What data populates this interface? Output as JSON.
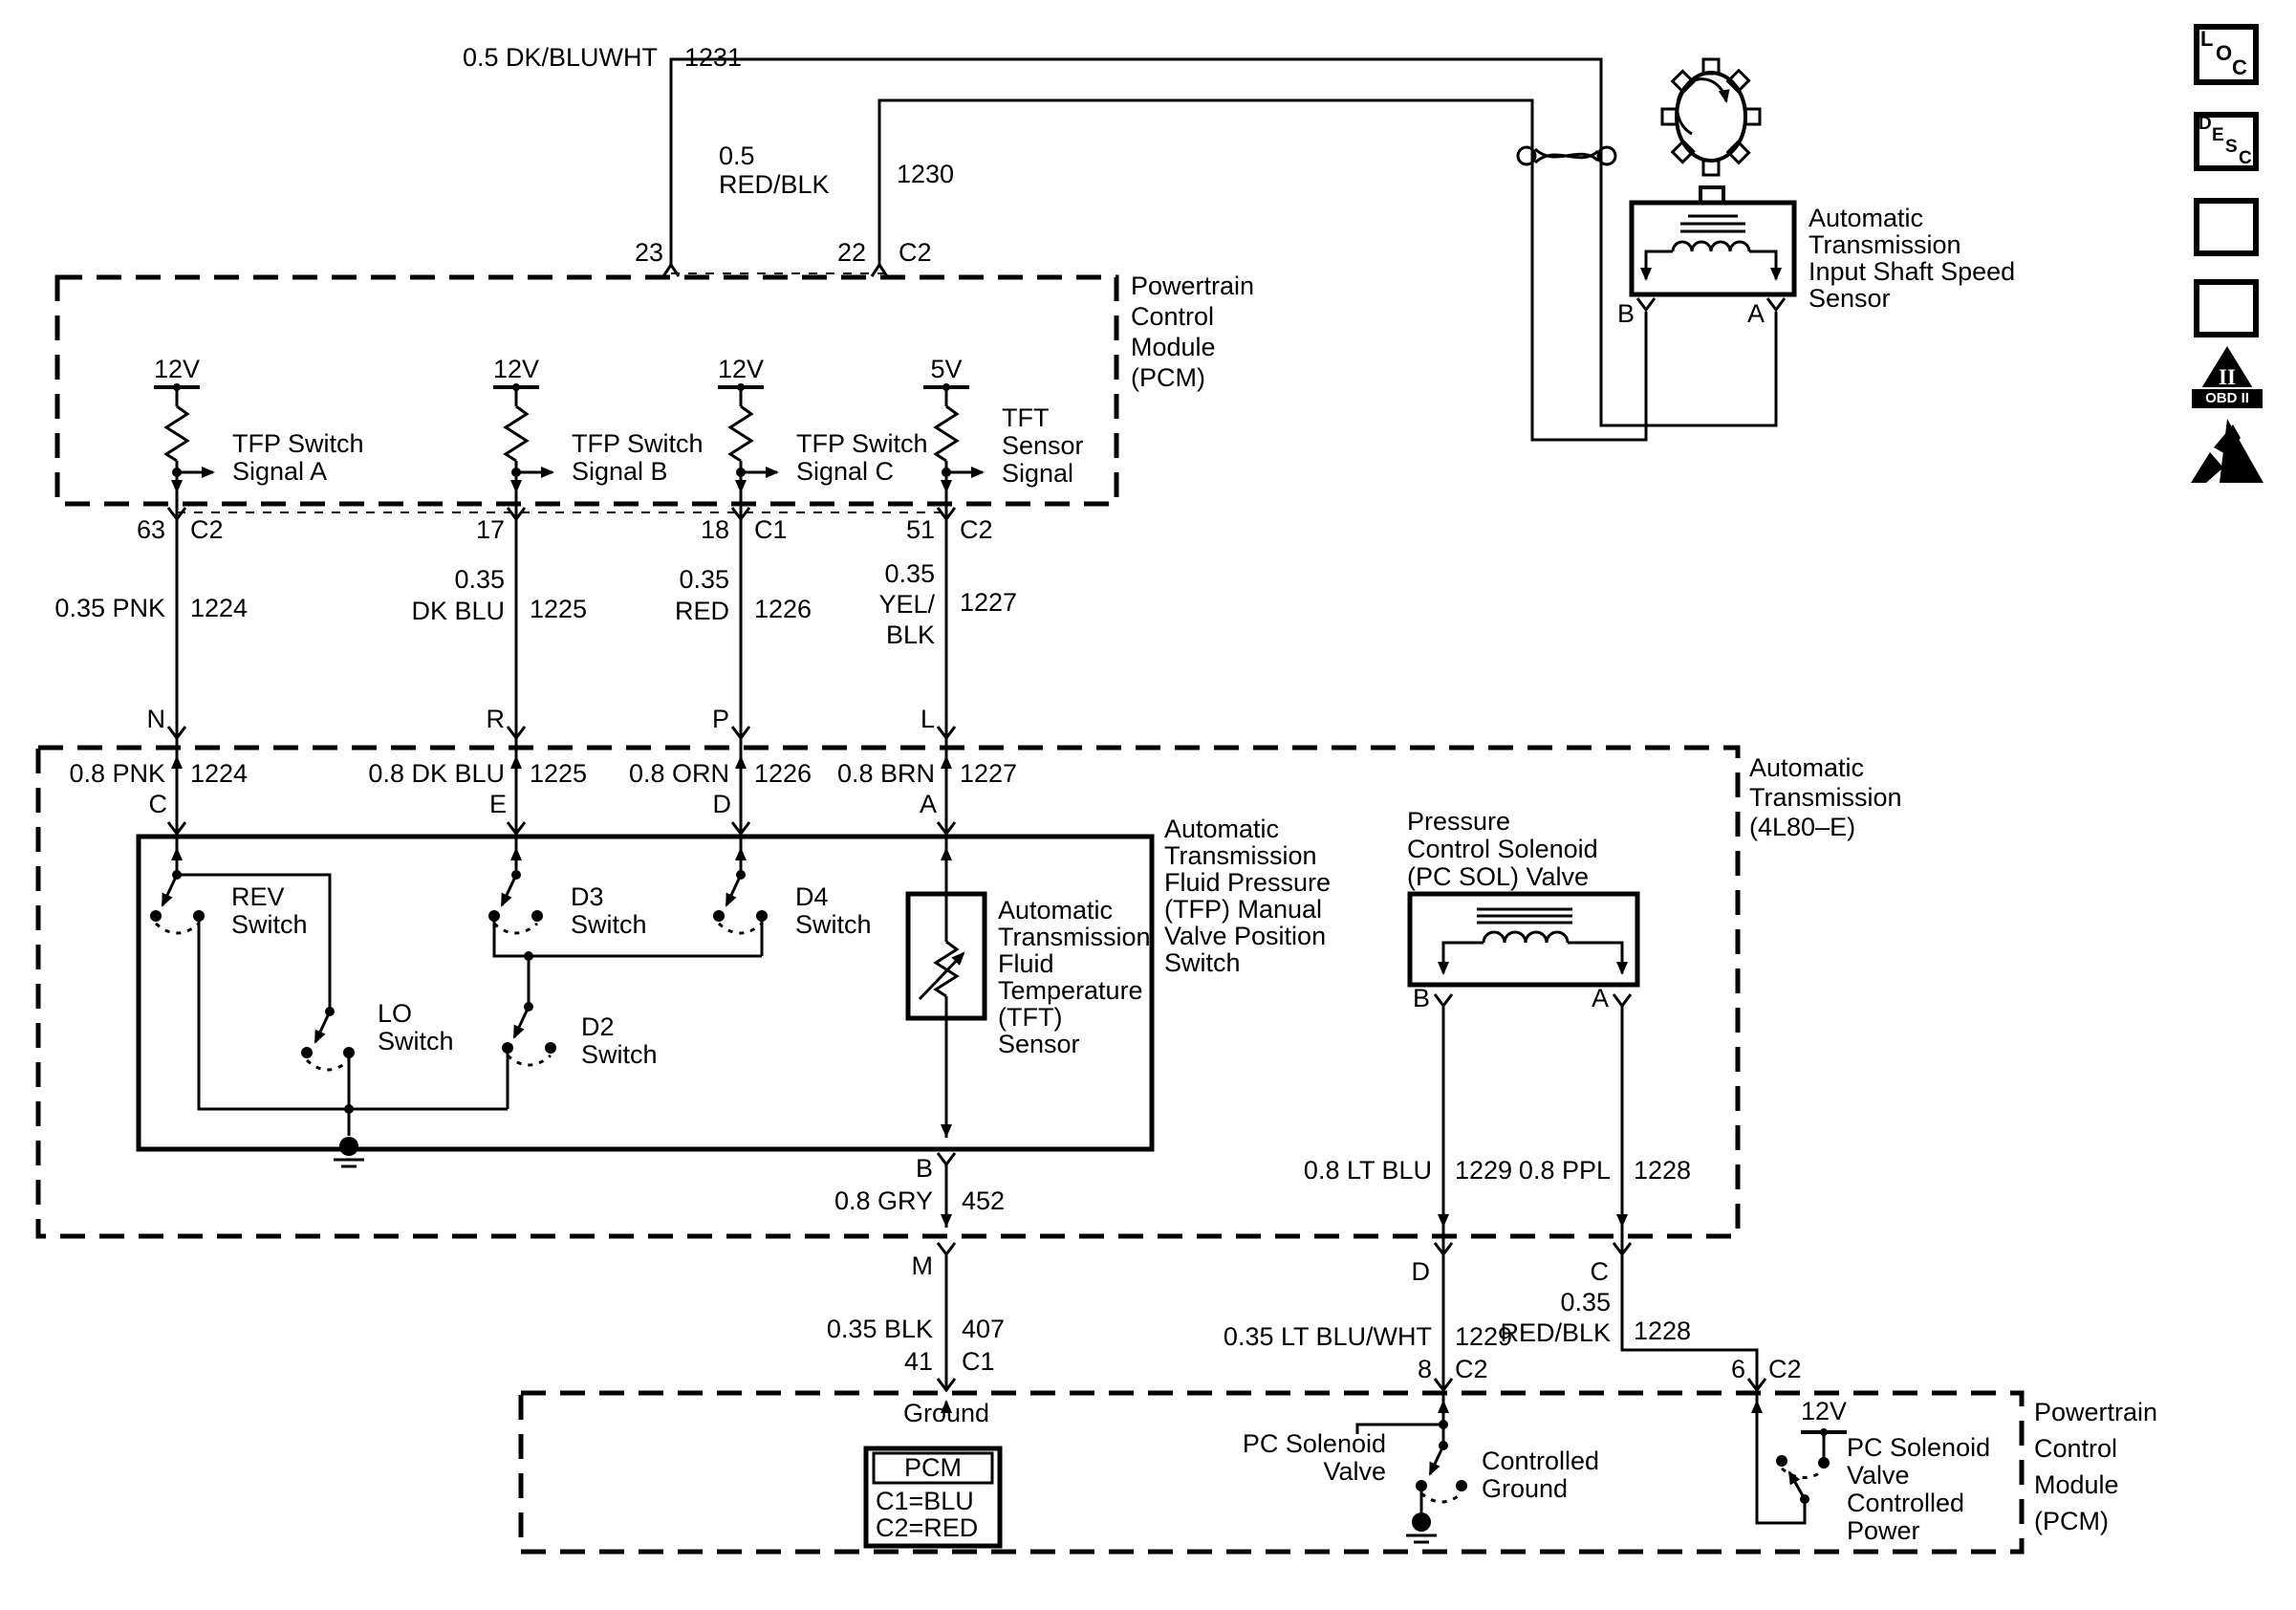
{
  "colors": {
    "line": "#000000",
    "background": "#ffffff"
  },
  "top_wires": {
    "w1231": {
      "label": "0.5 DK/BLUWHT",
      "circuit": "1231",
      "pin": "23"
    },
    "w1230": {
      "label_lines": [
        "0.5",
        "RED/BLK"
      ],
      "circuit": "1230",
      "pin": "22",
      "connector": "C2"
    }
  },
  "pcm_top": {
    "title_lines": [
      "Powertrain",
      "Control",
      "Module",
      "(PCM)"
    ],
    "circuits": [
      {
        "supply": "12V",
        "signal_lines": [
          "TFP Switch",
          "Signal A"
        ],
        "pin": "63",
        "connector": "C2",
        "wire_label": "0.35 PNK",
        "wire_circuit": "1224",
        "terminal": "N",
        "inner_label": "0.8 PNK",
        "inner_circuit": "1224",
        "case_terminal": "C"
      },
      {
        "supply": "12V",
        "signal_lines": [
          "TFP Switch",
          "Signal B"
        ],
        "pin": "17",
        "connector": "",
        "wire_label_lines": [
          "0.35",
          "DK BLU"
        ],
        "wire_circuit": "1225",
        "terminal": "R",
        "inner_label": "0.8 DK BLU",
        "inner_circuit": "1225",
        "case_terminal": "E"
      },
      {
        "supply": "12V",
        "signal_lines": [
          "TFP Switch",
          "Signal C"
        ],
        "pin": "18",
        "connector": "C1",
        "wire_label_lines": [
          "0.35",
          "RED"
        ],
        "wire_circuit": "1226",
        "terminal": "P",
        "inner_label": "0.8 ORN",
        "inner_circuit": "1226",
        "case_terminal": "D"
      },
      {
        "supply": "5V",
        "signal_lines": [
          "TFT",
          "Sensor",
          "Signal"
        ],
        "pin": "51",
        "connector": "C2",
        "wire_label_lines": [
          "0.35",
          "YEL/",
          "BLK"
        ],
        "wire_circuit": "1227",
        "terminal": "L",
        "inner_label": "0.8 BRN",
        "inner_circuit": "1227",
        "case_terminal": "A"
      }
    ]
  },
  "transmission": {
    "title_lines": [
      "Automatic",
      "Transmission",
      "(4L80–E)"
    ],
    "tfp_label_lines": [
      "Automatic",
      "Transmission",
      "Fluid Pressure",
      "(TFP) Manual",
      "Valve Position",
      "Switch"
    ],
    "switches": {
      "rev": [
        "REV",
        "Switch"
      ],
      "lo": [
        "LO",
        "Switch"
      ],
      "d3": [
        "D3",
        "Switch"
      ],
      "d2": [
        "D2",
        "Switch"
      ],
      "d4": [
        "D4",
        "Switch"
      ]
    },
    "tft_label_lines": [
      "Automatic",
      "Transmission",
      "Fluid",
      "Temperature",
      "(TFT)",
      "Sensor"
    ],
    "pc_sol": {
      "label_lines": [
        "Pressure",
        "Control Solenoid",
        "(PC SOL) Valve"
      ],
      "terminal_b": "B",
      "terminal_a": "A"
    }
  },
  "speed_sensor": {
    "label_lines": [
      "Automatic",
      "Transmission",
      "Input Shaft Speed",
      "Sensor"
    ],
    "terminal_b": "B",
    "terminal_a": "A"
  },
  "bottom_wires": {
    "tft_return": {
      "terminal_b": "B",
      "label": "0.8 GRY",
      "circuit": "452",
      "terminal_m": "M",
      "lower_label": "0.35 BLK",
      "lower_circuit": "407",
      "pin": "41",
      "connector": "C1"
    },
    "pcsol_b": {
      "label": "0.8 LT BLU",
      "circuit": "1229",
      "terminal": "D",
      "lower_label": "0.35 LT BLU/WHT",
      "lower_circuit": "1229",
      "pin": "8",
      "connector": "C2"
    },
    "pcsol_a": {
      "label": "0.8 PPL",
      "circuit": "1228",
      "terminal": "C",
      "lower_label_lines": [
        "0.35",
        "RED/BLK"
      ],
      "lower_circuit": "1228",
      "pin": "6",
      "connector": "C2"
    }
  },
  "pcm_bottom": {
    "title_lines": [
      "Powertrain",
      "Control",
      "Module",
      "(PCM)"
    ],
    "ground_label": "Ground",
    "legend": {
      "header": "PCM",
      "rows": [
        "C1=BLU",
        "C2=RED"
      ]
    },
    "pc_solenoid_valve_lines": [
      "PC Solenoid",
      "Valve"
    ],
    "controlled_ground_lines": [
      "Controlled",
      "Ground"
    ],
    "supply": "12V",
    "controlled_power_lines": [
      "PC Solenoid",
      "Valve",
      "Controlled",
      "Power"
    ]
  },
  "sidebar_icons": {
    "loc_letters": [
      "L",
      "O",
      "C"
    ],
    "desc_letters": [
      "D",
      "E",
      "S",
      "C"
    ],
    "obd": {
      "numeral": "II",
      "banner": "OBD II"
    }
  }
}
